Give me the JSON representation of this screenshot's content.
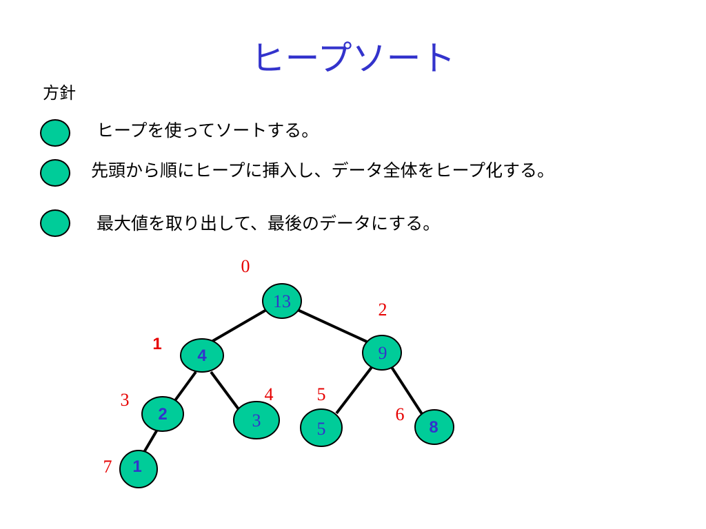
{
  "title": "ヒープソート",
  "subhead": "方針",
  "bullets": [
    "ヒープを使ってソートする。",
    "先頭から順にヒープに挿入し、データ全体をヒープ化する。",
    "最大値を取り出して、最後のデータにする。"
  ],
  "colors": {
    "title": "#3333cc",
    "node_fill": "#00cc99",
    "node_value": "#3333cc",
    "index_label": "#e60000",
    "edge": "#000000"
  },
  "heap": {
    "nodes": [
      {
        "index": "0",
        "value": "13"
      },
      {
        "index": "1",
        "value": "4"
      },
      {
        "index": "2",
        "value": "9"
      },
      {
        "index": "3",
        "value": "2"
      },
      {
        "index": "4",
        "value": "3"
      },
      {
        "index": "5",
        "value": "5"
      },
      {
        "index": "6",
        "value": "8"
      },
      {
        "index": "7",
        "value": "1"
      }
    ]
  }
}
